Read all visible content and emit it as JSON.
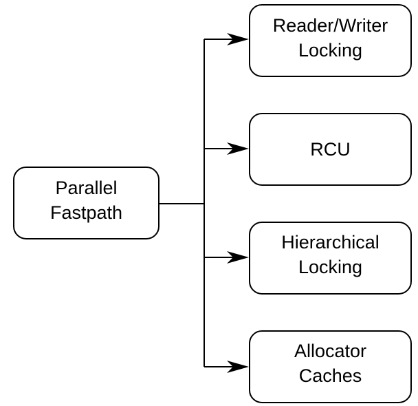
{
  "diagram": {
    "root": {
      "line1": "Parallel",
      "line2": "Fastpath"
    },
    "children": [
      {
        "line1": "Reader/Writer",
        "line2": "Locking"
      },
      {
        "line1": "RCU",
        "line2": ""
      },
      {
        "line1": "Hierarchical",
        "line2": "Locking"
      },
      {
        "line1": "Allocator",
        "line2": "Caches"
      }
    ]
  }
}
